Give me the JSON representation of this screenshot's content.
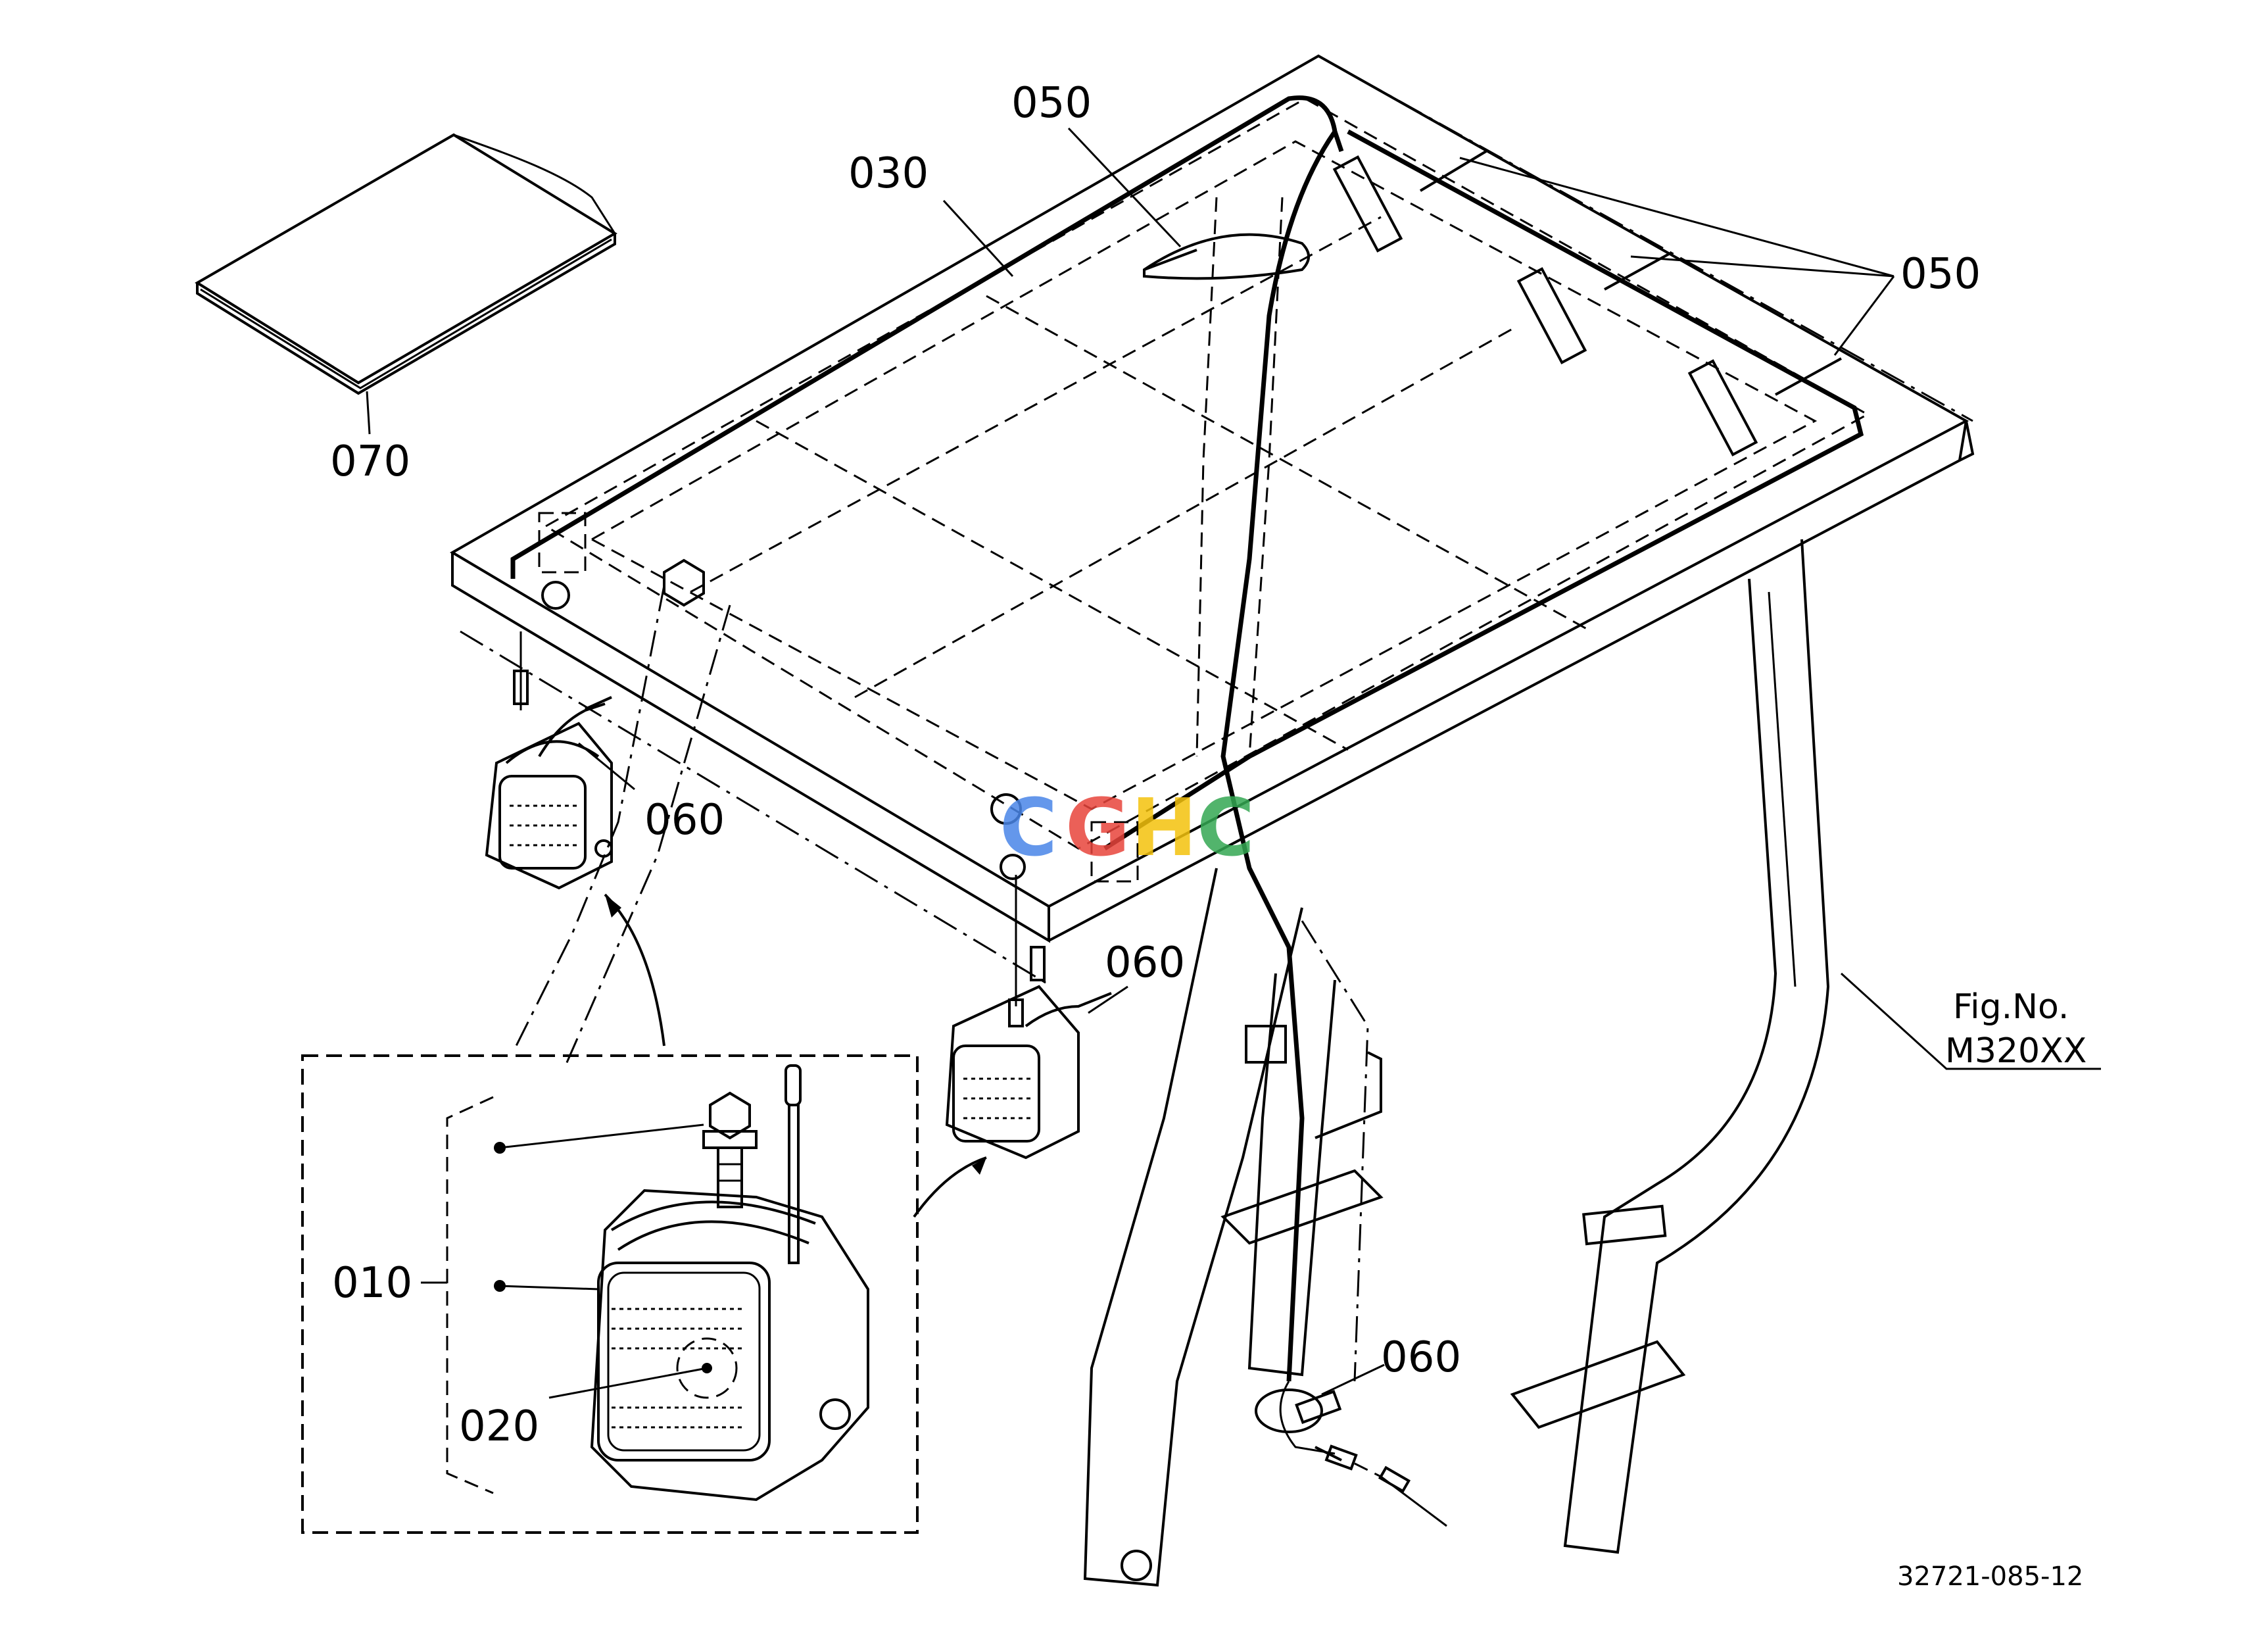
{
  "callouts": {
    "c010": "010",
    "c020": "020",
    "c030": "030",
    "c050a": "050",
    "c050b": "050",
    "c060a": "060",
    "c060b": "060",
    "c060c": "060",
    "c070": "070"
  },
  "figure": {
    "fig_label": "Fig.No.",
    "fig_number": "M320XX",
    "drawing_code": "32721-085-12"
  },
  "watermark": {
    "letters": [
      "C",
      "G",
      "H",
      "C"
    ],
    "colors": [
      "#4a86e8",
      "#e8453c",
      "#f4c20d",
      "#34a853"
    ]
  }
}
